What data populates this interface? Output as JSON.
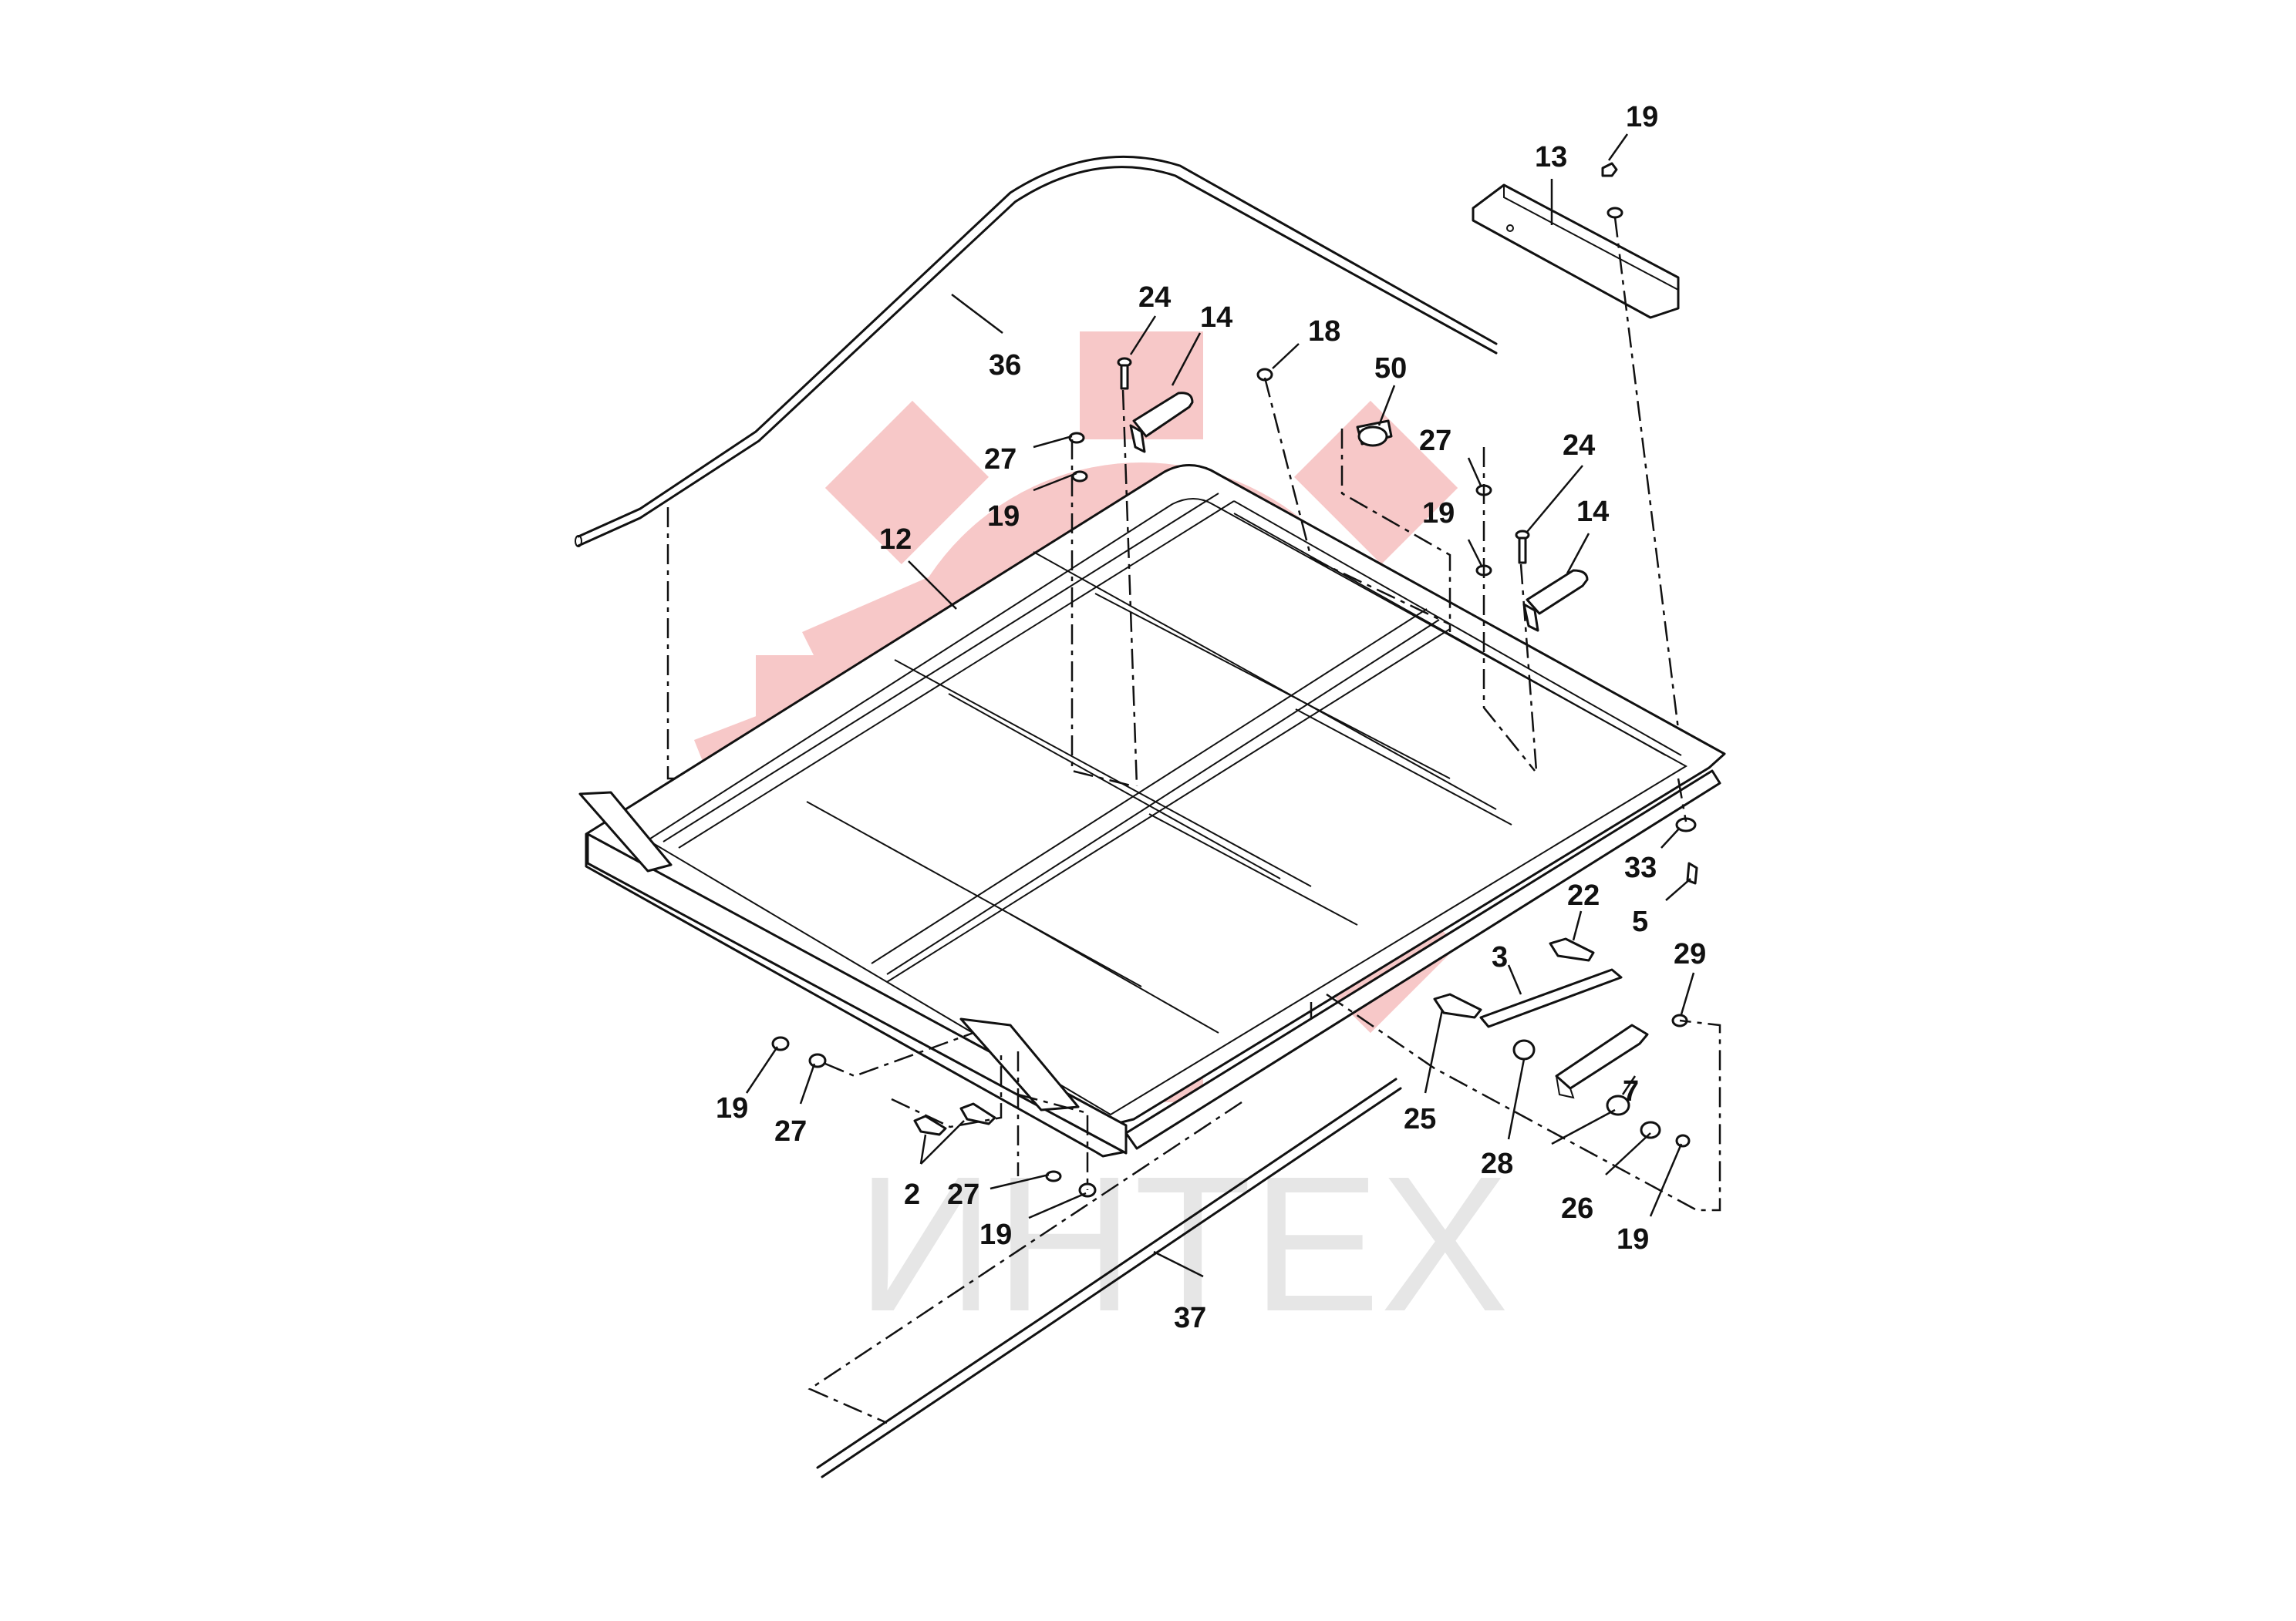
{
  "watermark": {
    "text": "ИНТЕХ",
    "gear_color": "#f6c2c2",
    "text_color": "#e6e6e6"
  },
  "colors": {
    "ink": "#111111",
    "background": "#ffffff"
  },
  "callouts": [
    {
      "id": "c1",
      "text": "19"
    },
    {
      "id": "c2",
      "text": "13"
    },
    {
      "id": "c3",
      "text": "36"
    },
    {
      "id": "c4",
      "text": "24"
    },
    {
      "id": "c5",
      "text": "14"
    },
    {
      "id": "c6",
      "text": "18"
    },
    {
      "id": "c7",
      "text": "50"
    },
    {
      "id": "c8",
      "text": "27"
    },
    {
      "id": "c9",
      "text": "27"
    },
    {
      "id": "c10",
      "text": "19"
    },
    {
      "id": "c11",
      "text": "24"
    },
    {
      "id": "c12",
      "text": "19"
    },
    {
      "id": "c13",
      "text": "14"
    },
    {
      "id": "c14",
      "text": "12"
    },
    {
      "id": "c15",
      "text": "33"
    },
    {
      "id": "c16",
      "text": "5"
    },
    {
      "id": "c17",
      "text": "22"
    },
    {
      "id": "c18",
      "text": "3"
    },
    {
      "id": "c19",
      "text": "29"
    },
    {
      "id": "c20",
      "text": "7"
    },
    {
      "id": "c21",
      "text": "25"
    },
    {
      "id": "c22",
      "text": "28"
    },
    {
      "id": "c23",
      "text": "26"
    },
    {
      "id": "c24",
      "text": "19"
    },
    {
      "id": "c25",
      "text": "19"
    },
    {
      "id": "c26",
      "text": "27"
    },
    {
      "id": "c27",
      "text": "2"
    },
    {
      "id": "c28",
      "text": "27"
    },
    {
      "id": "c29",
      "text": "19"
    },
    {
      "id": "c30",
      "text": "37"
    }
  ]
}
